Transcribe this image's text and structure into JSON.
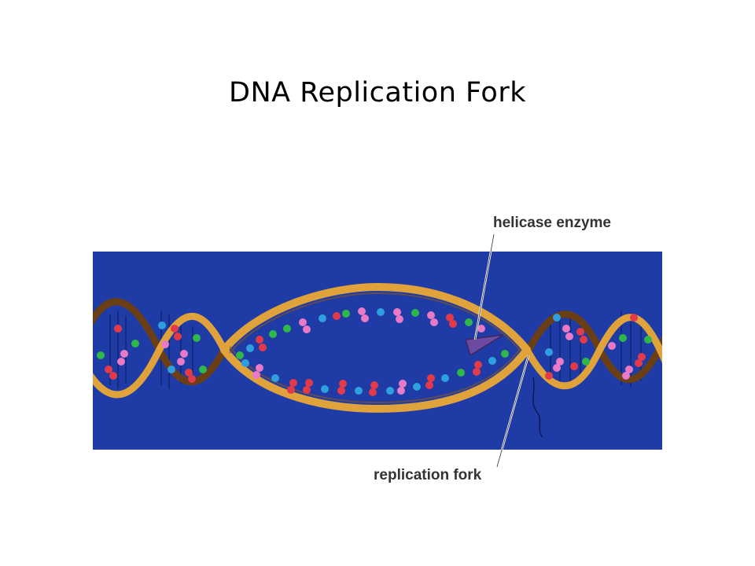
{
  "title": "DNA Replication Fork",
  "labels": {
    "helicase": "helicase enzyme",
    "fork": "replication fork"
  },
  "colors": {
    "background": "#1f3ca6",
    "strand": "#e0a23a",
    "strand_shadow": "#6b3f16",
    "base_red": "#e33a4a",
    "base_pink": "#e87ac8",
    "base_green": "#2fb84a",
    "base_blue": "#2f9fe0",
    "helicase": "#6b4aa0"
  },
  "icons": {
    "helicase": "helicase-wedge-icon"
  }
}
